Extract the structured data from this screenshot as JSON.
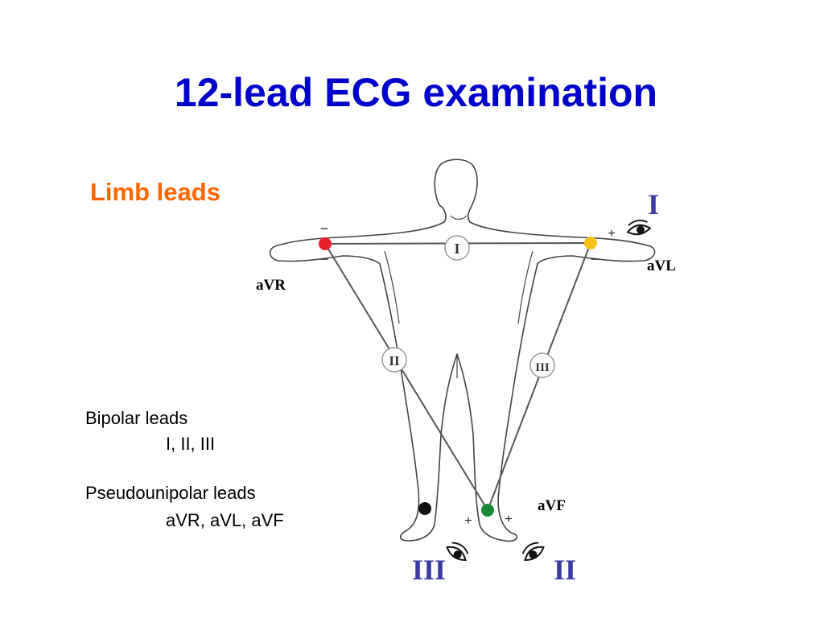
{
  "slide": {
    "title": "12-lead ECG examination",
    "subtitle": "Limb leads"
  },
  "text_blocks": {
    "bipolar_heading": "Bipolar leads",
    "bipolar_list": "I, II, III",
    "pseudo_heading": "Pseudounipolar leads",
    "pseudo_list": "aVR, aVL, aVF"
  },
  "diagram": {
    "labels": {
      "avr": "aVR",
      "avl": "aVL",
      "avf": "aVF"
    },
    "lead_badges": {
      "one": "I",
      "two": "II",
      "three": "III"
    },
    "corner_leads": {
      "top_right": "I",
      "bottom_left": "III",
      "bottom_right": "II"
    },
    "polarity": {
      "minus": "−",
      "plus": "+"
    },
    "electrodes": {
      "right_arm": "#e8202a",
      "left_arm": "#f7c416",
      "left_leg": "#1a8a3a",
      "right_leg": "#111111"
    }
  }
}
